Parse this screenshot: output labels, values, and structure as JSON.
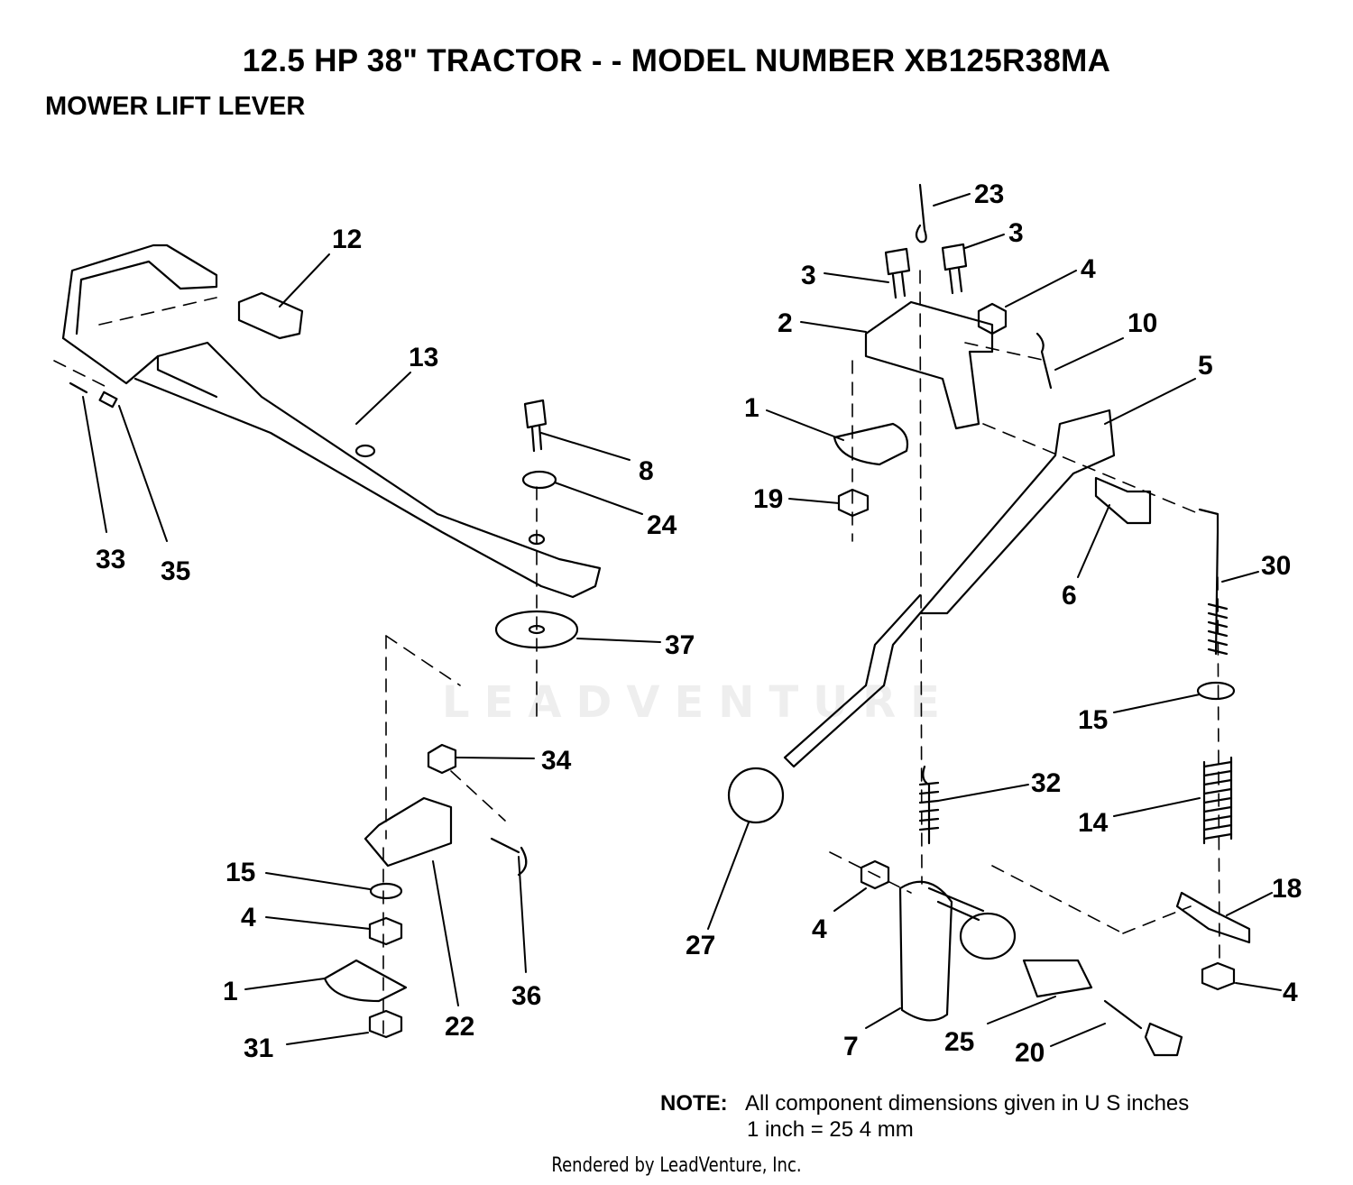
{
  "header": {
    "title": "12.5 HP 38\" TRACTOR - - MODEL NUMBER XB125R38MA",
    "section": "MOWER LIFT LEVER"
  },
  "watermark": {
    "text": "LEADVENTURE"
  },
  "callouts": {
    "c23": "23",
    "c3a": "3",
    "c3b": "3",
    "c4a": "4",
    "c2": "2",
    "c10": "10",
    "c5": "5",
    "c1a": "1",
    "c19": "19",
    "c6": "6",
    "c30": "30",
    "c15a": "15",
    "c32": "32",
    "c14": "14",
    "c27": "27",
    "c18": "18",
    "c4b": "4",
    "c4c": "4",
    "c7": "7",
    "c25": "25",
    "c20": "20",
    "c12": "12",
    "c13": "13",
    "c8": "8",
    "c24": "24",
    "c33": "33",
    "c35": "35",
    "c37": "37",
    "c34": "34",
    "c15b": "15",
    "c4d": "4",
    "c1b": "1",
    "c31": "31",
    "c22": "22",
    "c36": "36"
  },
  "note": {
    "label": "NOTE:",
    "line1": "All component dimensions given in U S  inches",
    "line2": "1 inch = 25 4 mm"
  },
  "footer": {
    "text": "Rendered by LeadVenture, Inc."
  }
}
